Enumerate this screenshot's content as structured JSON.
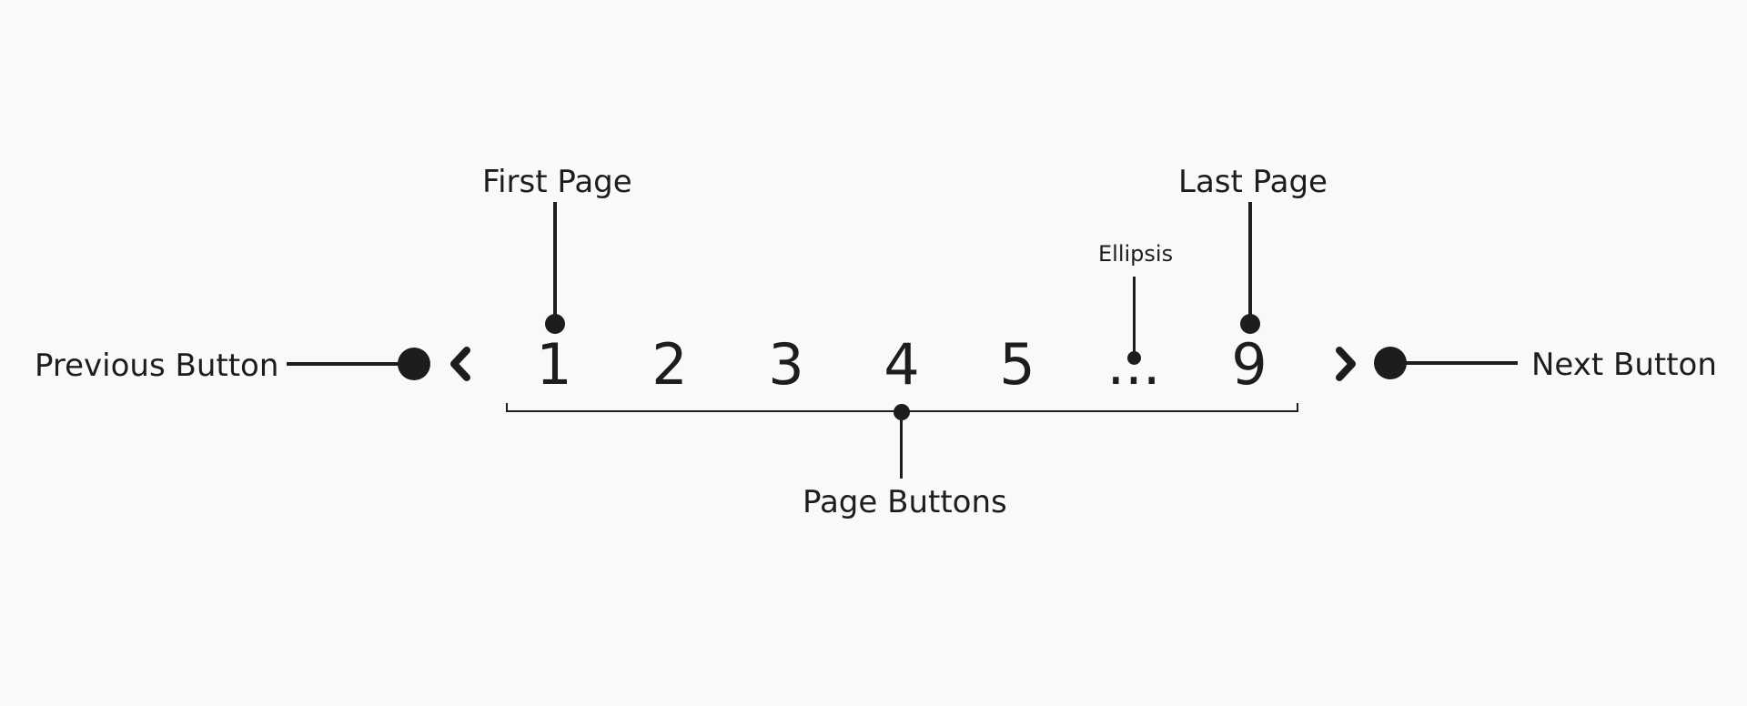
{
  "labels": {
    "first_page": "First Page",
    "last_page": "Last Page",
    "ellipsis": "Ellipsis",
    "previous_button": "Previous Button",
    "next_button": "Next Button",
    "page_buttons": "Page Buttons"
  },
  "pagination": {
    "pages": [
      "1",
      "2",
      "3",
      "4",
      "5"
    ],
    "ellipsis": "...",
    "last": "9",
    "prev_icon": "chevron-left-icon",
    "next_icon": "chevron-right-icon"
  },
  "colors": {
    "background": "#f8f9fa",
    "ink": "#1d1d1f"
  }
}
